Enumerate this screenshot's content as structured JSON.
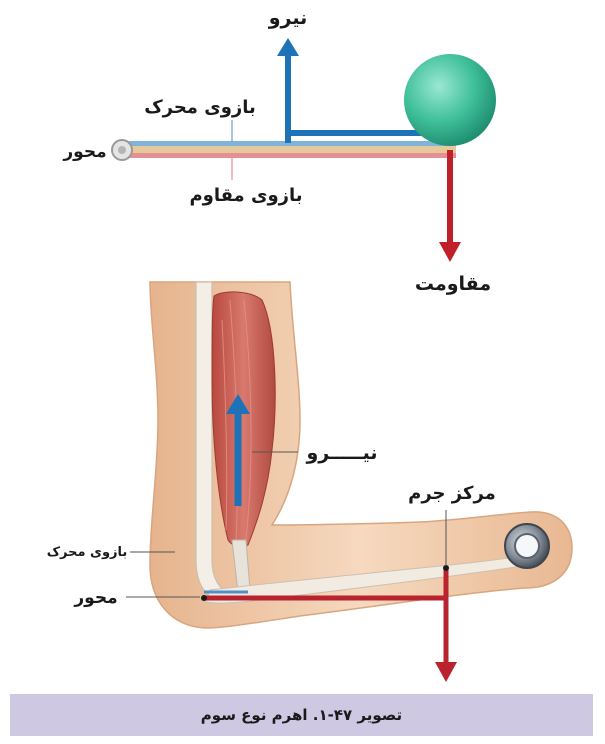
{
  "top_lever": {
    "force_label": "نیرو",
    "effort_arm_label": "بازوی محرک",
    "axis_label": "محور",
    "resistance_arm_label": "بازوی مقاوم",
    "resistance_label": "مقاومت"
  },
  "arm_diagram": {
    "force_label": "نیـــــرو",
    "center_of_mass_label": "مرکز جرم",
    "effort_arm_label": "بازوی محرک",
    "axis_label": "محور"
  },
  "caption": {
    "text": "تصویر ۴۷-۱. اهرم نوع سوم"
  },
  "colors": {
    "force_arrow": "#1e73b8",
    "resistance_arrow": "#c0202a",
    "ball": "#48c2a0",
    "muscle": "#c9655a",
    "skin": "#eec6a4",
    "caption_bg": "#cfc8e3"
  }
}
